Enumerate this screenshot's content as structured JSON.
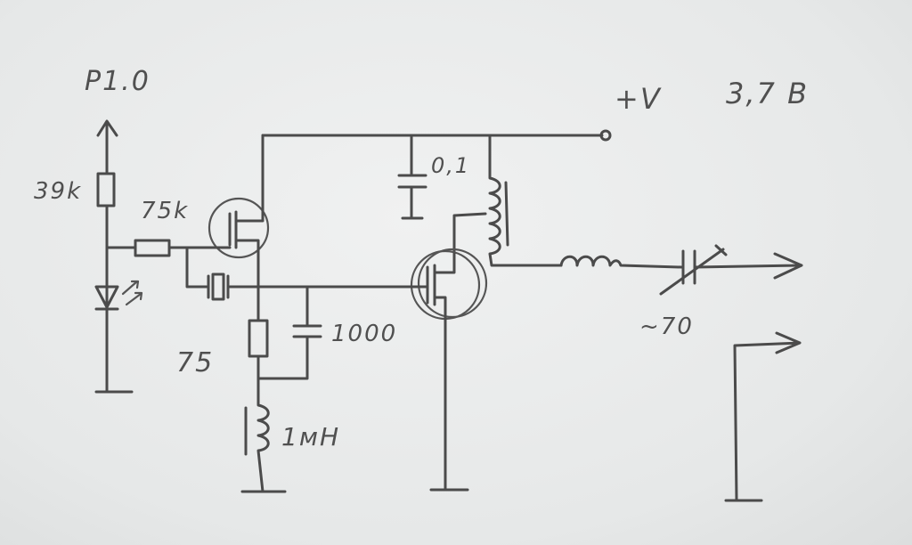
{
  "labels": {
    "port": "P1.0",
    "supply": "+V",
    "supply_value": "3,7 B",
    "r1": "39k",
    "r2": "75k",
    "c1": "0,1",
    "c2": "1000",
    "r3": "75",
    "l1": "1мН",
    "trimmer": "~70"
  },
  "colors": {
    "pencil": "#4b4b4b",
    "paper": "#e9ebeb"
  }
}
